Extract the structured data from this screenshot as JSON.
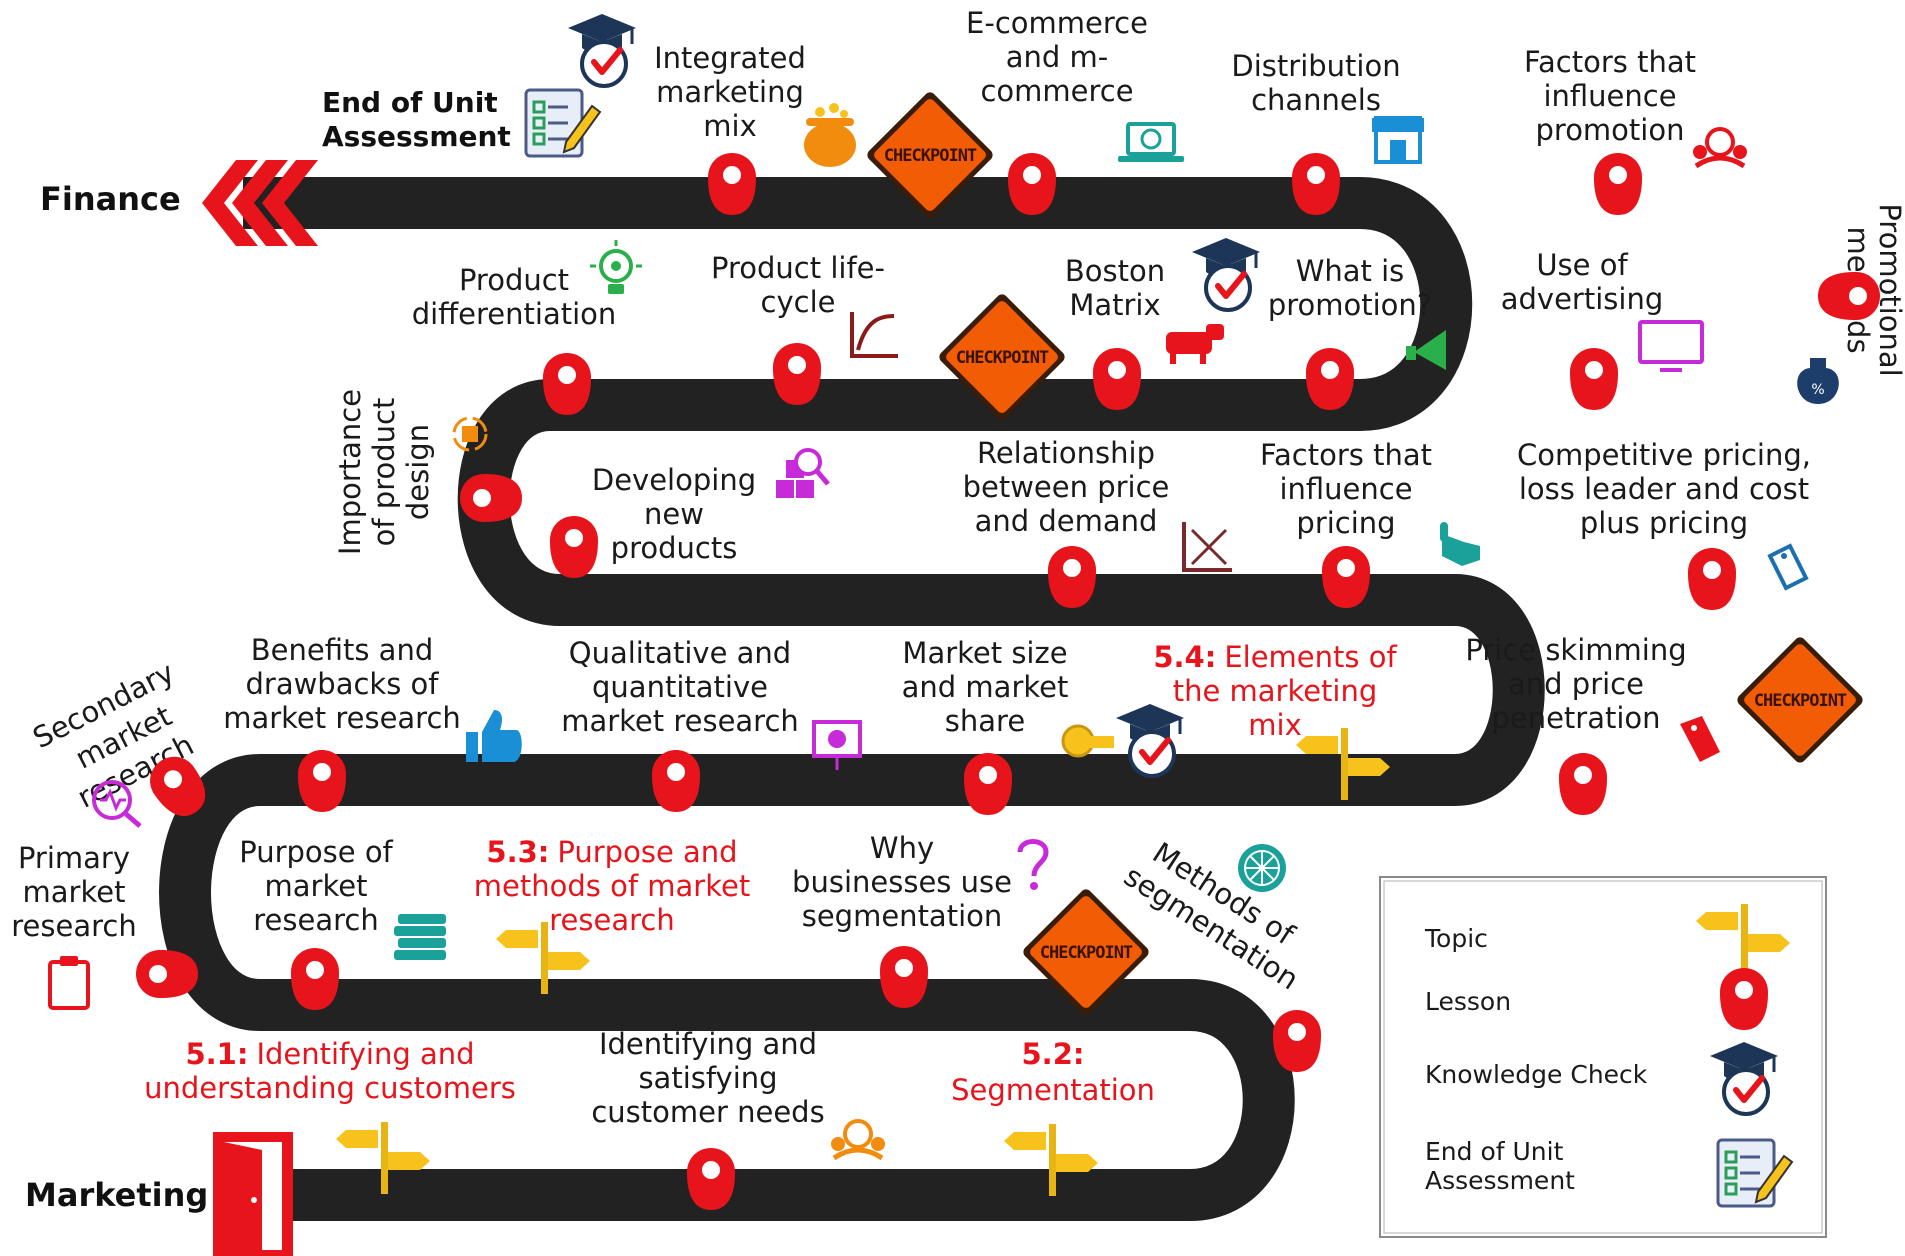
{
  "endpoints": {
    "finance": "Finance",
    "marketing": "Marketing"
  },
  "assessment": {
    "label_line1": "End of Unit",
    "label_line2": "Assessment"
  },
  "checkpoint_text": "CHECKPOINT",
  "topics": {
    "t51": {
      "num": "5.1:",
      "line1_rest": "Identifying and",
      "line2": "understanding customers"
    },
    "t52": {
      "num": "5.2:",
      "line2": "Segmentation"
    },
    "t53": {
      "num": "5.3:",
      "line1_rest": "Purpose and",
      "line2": "methods of market",
      "line3": "research"
    },
    "t54": {
      "num": "5.4:",
      "line1_rest": "Elements of",
      "line2": "the marketing",
      "line3": "mix"
    }
  },
  "lessons": {
    "integrated": [
      "Integrated",
      "marketing",
      "mix"
    ],
    "ecommerce": [
      "E-commerce",
      "and m-",
      "commerce"
    ],
    "distribution": [
      "Distribution",
      "channels"
    ],
    "factors_promotion": [
      "Factors that",
      "influence",
      "promotion"
    ],
    "promotional_methods": [
      "Promotional",
      "methods"
    ],
    "product_diff": [
      "Product",
      "differentiation"
    ],
    "plc": [
      "Product life-",
      "cycle"
    ],
    "boston": [
      "Boston",
      "Matrix"
    ],
    "what_promotion": [
      "What is",
      "promotion?"
    ],
    "advertising": [
      "Use of",
      "advertising"
    ],
    "product_design": [
      "Importance",
      "of product",
      "design"
    ],
    "developing": [
      "Developing",
      "new",
      "products"
    ],
    "price_demand": [
      "Relationship",
      "between price",
      "and demand"
    ],
    "factors_pricing": [
      "Factors that",
      "influence",
      "pricing"
    ],
    "competitive": [
      "Competitive pricing,",
      "loss leader and cost",
      "plus pricing"
    ],
    "secondary": [
      "Secondary",
      "market",
      "research"
    ],
    "benefits": [
      "Benefits and",
      "drawbacks of",
      "market research"
    ],
    "qualitative": [
      "Qualitative and",
      "quantitative",
      "market research"
    ],
    "market_size": [
      "Market size",
      "and market",
      "share"
    ],
    "skimming": [
      "Price skimming",
      "and price",
      "penetration"
    ],
    "primary": [
      "Primary",
      "market",
      "research"
    ],
    "purpose": [
      "Purpose of",
      "market",
      "research"
    ],
    "why_seg": [
      "Why",
      "businesses use",
      "segmentation"
    ],
    "methods_seg": [
      "Methods of",
      "segmentation"
    ],
    "identifying": [
      "Identifying and",
      "satisfying",
      "customer needs"
    ]
  },
  "legend": {
    "topic": "Topic",
    "lesson": "Lesson",
    "knowledge": "Knowledge Check",
    "end_line1": "End of Unit",
    "end_line2": "Assessment"
  },
  "colors": {
    "road": "#222222",
    "pin": "#e8141b",
    "topic_text": "#e8141b",
    "checkpoint": "#f25c05",
    "signpost": "#f7c21c",
    "cap": "#1d3557"
  },
  "icons": [
    "graduation-cap-check-icon",
    "checklist-pencil-icon",
    "pot-of-gold-icon",
    "laptop-globe-icon",
    "storefront-icon",
    "people-group-icon",
    "money-bag-icon",
    "lightbulb-gear-icon",
    "growth-chart-icon",
    "cow-icon",
    "megaphone-icon",
    "monitor-icon",
    "cycle-box-icon",
    "boxes-search-icon",
    "demand-graph-icon",
    "hand-pointer-icon",
    "price-tag-icon",
    "magnify-pulse-icon",
    "thumbs-up-icon",
    "presentation-icon",
    "measuring-tape-icon",
    "books-icon",
    "question-mark-icon",
    "citrus-slice-icon",
    "clipboard-icon",
    "door-exit-icon",
    "chevrons-left-icon"
  ]
}
